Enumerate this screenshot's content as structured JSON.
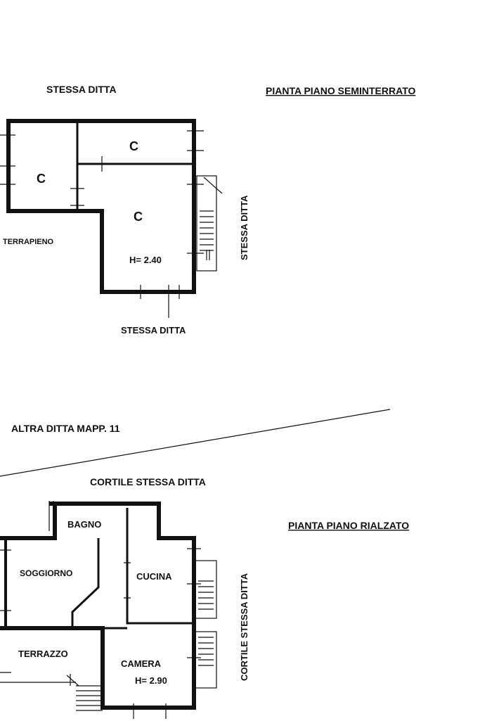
{
  "basement": {
    "title": "PIANTA PIANO SEMINTERRATO",
    "north_label": "STESSA DITTA",
    "east_label": "STESSA DITTA",
    "south_label": "STESSA DITTA",
    "west_label": "TERRAPIENO",
    "rooms": {
      "cellar_left": "C",
      "cellar_top": "C",
      "cellar_main": "C"
    },
    "height": "H= 2.40"
  },
  "neighbor_label": "ALTRA DITTA MAPP. 11",
  "ground": {
    "title": "PIANTA PIANO RIALZATO",
    "north_label": "CORTILE STESSA DITTA",
    "east_label": "CORTILE STESSA DITTA",
    "rooms": {
      "bathroom": "BAGNO",
      "living": "SOGGIORNO",
      "kitchen": "CUCINA",
      "terrace": "TERRAZZO",
      "bedroom": "CAMERA"
    },
    "height": "H= 2.90"
  },
  "colors": {
    "ink": "#111111",
    "paper": "#ffffff"
  }
}
